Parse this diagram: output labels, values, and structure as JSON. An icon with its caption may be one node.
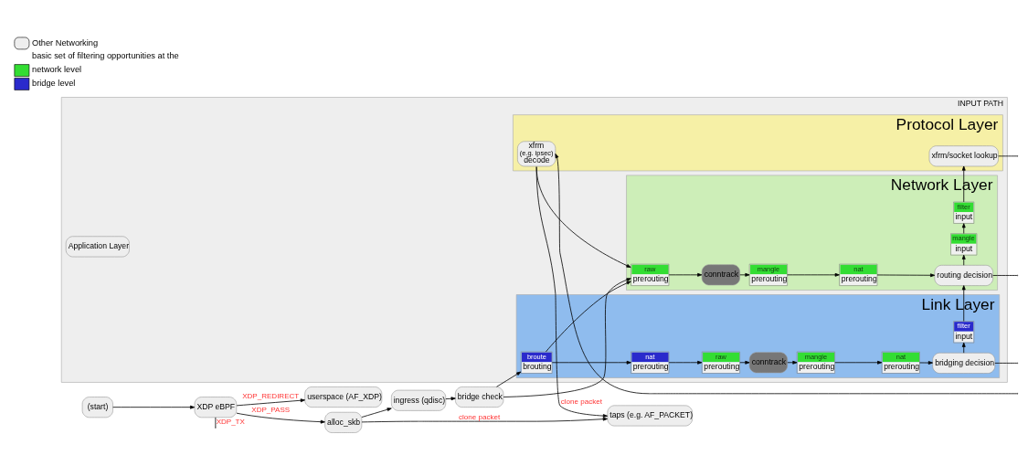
{
  "diagram": {
    "nodes": [
      {
        "text": [
          "INPUT PATH"
        ]
      },
      {
        "text": [
          "Application Layer"
        ],
        "in": 0
      },
      {
        "text": [
          "Protocol Layer"
        ],
        "in": 0
      },
      {
        "text": [
          "Network Layer"
        ],
        "in": 0
      },
      {
        "text": [
          "Link Layer"
        ],
        "in": 0
      },
      {
        "text": [
          "(start)"
        ]
      },
      {
        "text": [
          "XDP eBPF"
        ]
      },
      {
        "text": [
          "userspace (AF_XDP)"
        ]
      },
      {
        "text": [
          "alloc_skb"
        ]
      },
      {
        "text": [
          "taps (e.g. AF_PACKET)"
        ]
      },
      {
        "text": [
          "ingress (qdisc)"
        ]
      },
      {
        "text": [
          "bridge check"
        ]
      },
      {
        "text": [
          "xfrm",
          "(e.g. ipsec)",
          "decode"
        ],
        "in": 2
      },
      {
        "text": [
          "xfrm/socket lookup"
        ],
        "in": 2
      },
      {
        "text": [
          "raw",
          "prerouting"
        ],
        "in": 3
      },
      {
        "text": [
          "conntrack"
        ],
        "in": 3
      },
      {
        "text": [
          "mangle",
          "prerouting"
        ],
        "in": 3
      },
      {
        "text": [
          "nat",
          "prerouting"
        ],
        "in": 3
      },
      {
        "text": [
          "routing decision"
        ],
        "in": 3
      },
      {
        "text": [
          "mangle",
          "input"
        ],
        "in": 3
      },
      {
        "text": [
          "filter",
          "input"
        ],
        "in": 3
      },
      {
        "text": [
          "broute",
          "brouting"
        ],
        "in": 4
      },
      {
        "text": [
          "nat",
          "prerouting"
        ],
        "in": 4
      },
      {
        "text": [
          "raw",
          "prerouting"
        ],
        "in": 4
      },
      {
        "text": [
          "conntrack"
        ],
        "in": 4
      },
      {
        "text": [
          "mangle",
          "prerouting"
        ],
        "in": 4
      },
      {
        "text": [
          "nat",
          "prerouting"
        ],
        "in": 4
      },
      {
        "text": [
          "bridging decision"
        ],
        "in": 4
      },
      {
        "text": [
          "filter",
          "input"
        ],
        "in": 4
      }
    ],
    "edges": [
      {
        "from": 5,
        "to": 6,
        "arrow": "to"
      },
      {
        "from": 6,
        "to": 7,
        "arrow": "to",
        "label": "XDP_REDIRECT"
      },
      {
        "from": 6,
        "to": 8,
        "arrow": "to",
        "label": "XDP_PASS"
      },
      {
        "from": 6,
        "to": null,
        "arrow": "none",
        "label": "XDP_TX"
      },
      {
        "from": 8,
        "to": 9,
        "arrow": "to",
        "label": "clone packet"
      },
      {
        "from": 8,
        "to": 10,
        "arrow": "to"
      },
      {
        "from": 10,
        "to": 11,
        "arrow": "to"
      },
      {
        "from": 11,
        "to": 14,
        "arrow": "to"
      },
      {
        "from": 11,
        "to": 21,
        "arrow": "to"
      },
      {
        "from": 21,
        "to": 14,
        "arrow": "to"
      },
      {
        "from": 12,
        "to": 9,
        "arrow": "to",
        "label": "clone packet"
      },
      {
        "from": 12,
        "to": 14,
        "arrow": "to"
      },
      {
        "from": null,
        "to": 12,
        "arrow": "to"
      },
      {
        "from": 14,
        "to": 15,
        "arrow": "to"
      },
      {
        "from": 15,
        "to": 16,
        "arrow": "to"
      },
      {
        "from": 16,
        "to": 17,
        "arrow": "to"
      },
      {
        "from": 17,
        "to": 18,
        "arrow": "to"
      },
      {
        "from": 18,
        "to": 19,
        "arrow": "to"
      },
      {
        "from": 19,
        "to": 20,
        "arrow": "to"
      },
      {
        "from": 20,
        "to": 13,
        "arrow": "to"
      },
      {
        "from": 13,
        "to": null,
        "arrow": "none"
      },
      {
        "from": 18,
        "to": null,
        "arrow": "none"
      },
      {
        "from": 21,
        "to": 22,
        "arrow": "to"
      },
      {
        "from": 22,
        "to": 23,
        "arrow": "to"
      },
      {
        "from": 23,
        "to": 24,
        "arrow": "to"
      },
      {
        "from": 24,
        "to": 25,
        "arrow": "to"
      },
      {
        "from": 25,
        "to": 26,
        "arrow": "to"
      },
      {
        "from": 26,
        "to": 27,
        "arrow": "to"
      },
      {
        "from": 27,
        "to": 28,
        "arrow": "to"
      },
      {
        "from": 28,
        "to": 18,
        "arrow": "to"
      },
      {
        "from": 27,
        "to": null,
        "arrow": "none"
      }
    ],
    "labels": [
      "basic set of filtering opportunities at the"
    ],
    "legend": [
      {
        "text": "Other Networking"
      },
      {
        "text": "network level",
        "color": "#33dd33"
      },
      {
        "text": "bridge level",
        "color": "#2a2acc"
      }
    ]
  }
}
